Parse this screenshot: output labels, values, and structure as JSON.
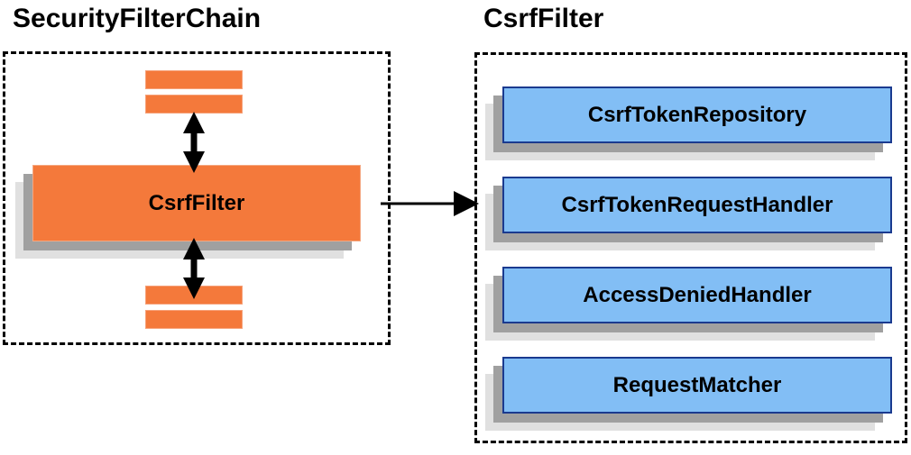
{
  "diagram": {
    "type": "component-relationship-diagram",
    "background_color": "#ffffff",
    "palette": {
      "orange_fill": "#f4793b",
      "orange_border": "#f4a882",
      "blue_fill": "#82bef5",
      "blue_border": "#1a3a8f",
      "shadow_dark": "#a0a0a0",
      "shadow_light": "#e0e0e0",
      "outline": "#000000"
    },
    "panels": [
      {
        "id": "security-filter-chain",
        "title": "SecurityFilterChain",
        "border_style": "dashed",
        "highlighted_component": "CsrfFilter",
        "filters_above_count": 2,
        "filters_below_count": 2
      },
      {
        "id": "csrf-filter",
        "title": "CsrfFilter",
        "border_style": "dashed",
        "collaborators": [
          "CsrfTokenRepository",
          "CsrfTokenRequestHandler",
          "AccessDeniedHandler",
          "RequestMatcher"
        ]
      }
    ],
    "connectors": [
      {
        "id": "above-link",
        "kind": "double-arrow-vertical"
      },
      {
        "id": "below-link",
        "kind": "double-arrow-vertical"
      },
      {
        "id": "expand-link",
        "kind": "single-arrow-right"
      }
    ]
  },
  "left_panel": {
    "title": "SecurityFilterChain",
    "focus_box_label": "CsrfFilter",
    "placeholder_bars": [
      "",
      "",
      "",
      ""
    ]
  },
  "right_panel": {
    "title": "CsrfFilter",
    "boxes": [
      {
        "label": "CsrfTokenRepository"
      },
      {
        "label": "CsrfTokenRequestHandler"
      },
      {
        "label": "AccessDeniedHandler"
      },
      {
        "label": "RequestMatcher"
      }
    ]
  }
}
